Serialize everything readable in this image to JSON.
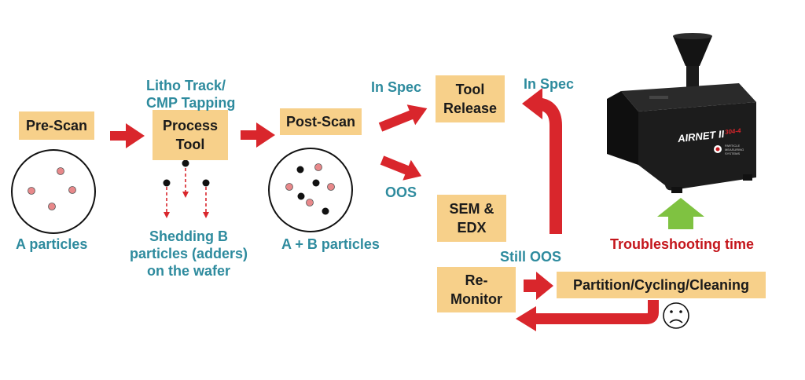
{
  "boxes": {
    "prescan": "Pre-Scan",
    "process_tool": [
      "Process",
      "Tool"
    ],
    "postscan": "Post-Scan",
    "tool_release": [
      "Tool",
      "Release"
    ],
    "sem_edx": [
      "SEM &",
      "EDX"
    ],
    "remonitor": [
      "Re-",
      "Monitor"
    ],
    "partition": "Partition/Cycling/Cleaning"
  },
  "labels": {
    "litho": [
      "Litho Track/",
      "CMP Tapping"
    ],
    "in_spec_1": "In Spec",
    "in_spec_2": "In Spec",
    "oos": "OOS",
    "still_oos": "Still OOS",
    "a_particles": "A particles",
    "ab_particles": "A + B particles",
    "shedding": [
      "Shedding B",
      "particles (adders)",
      "on the wafer"
    ],
    "troubleshooting": "Troubleshooting time"
  },
  "device": {
    "brand": "AIRNET II",
    "model": "304-4",
    "maker": [
      "PARTICLE",
      "MEASURING",
      "SYSTEMS"
    ]
  },
  "colors": {
    "box_fill": "#f7d08a",
    "arrow_red": "#d9262c",
    "label_teal": "#2e8b9e",
    "label_red": "#c4161c",
    "particle_a": "#e8888a",
    "particle_b": "#111111",
    "up_arrow_green": "#7fc241"
  },
  "icons": [
    "sad-face-icon",
    "airnet-particle-counter-device"
  ]
}
